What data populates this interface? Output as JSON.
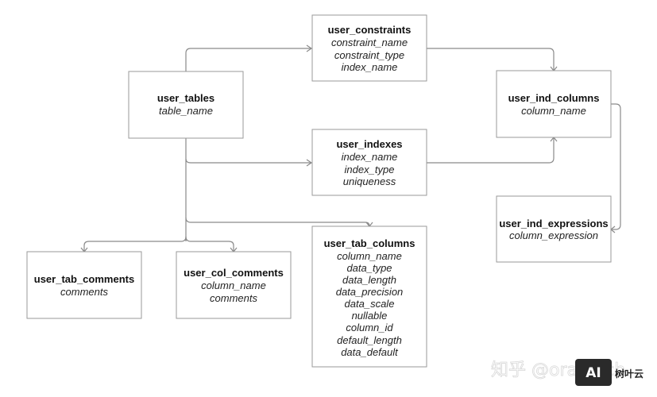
{
  "tables": {
    "user_constraints": {
      "title": "user_constraints",
      "fields": [
        "constraint_name",
        "constraint_type",
        "index_name"
      ]
    },
    "user_tables": {
      "title": "user_tables",
      "fields": [
        "table_name"
      ]
    },
    "user_ind_columns": {
      "title": "user_ind_columns",
      "fields": [
        "column_name"
      ]
    },
    "user_indexes": {
      "title": "user_indexes",
      "fields": [
        "index_name",
        "index_type",
        "uniqueness"
      ]
    },
    "user_ind_expressions": {
      "title": "user_ind_expressions",
      "fields": [
        "column_expression"
      ]
    },
    "user_tab_comments": {
      "title": "user_tab_comments",
      "fields": [
        "comments"
      ]
    },
    "user_col_comments": {
      "title": "user_col_comments",
      "fields": [
        "column_name",
        "comments"
      ]
    },
    "user_tab_columns": {
      "title": "user_tab_columns",
      "fields": [
        "column_name",
        "data_type",
        "data_length",
        "data_precision",
        "data_scale",
        "nullable",
        "column_id",
        "default_length",
        "data_default"
      ]
    }
  },
  "watermark": {
    "text": "知乎 @oracatch",
    "logo_badge": "AI",
    "logo_name": "树叶云"
  },
  "colors": {
    "line": "#8a8a8a",
    "border": "#9a9a9a",
    "text": "#111111"
  }
}
